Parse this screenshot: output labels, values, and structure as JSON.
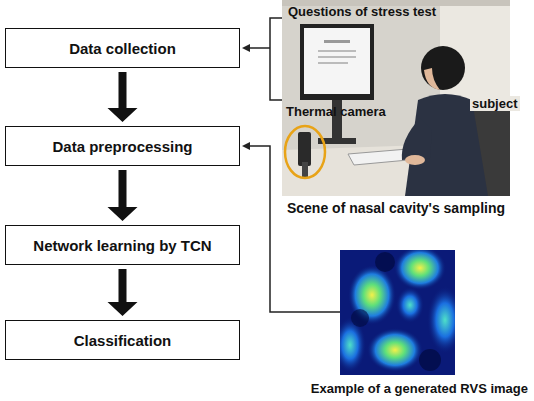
{
  "diagram": {
    "nodes": [
      {
        "text": [
          "Data collection"
        ]
      },
      {
        "text": [
          "Data preprocessing"
        ]
      },
      {
        "text": [
          "Network learning by TCN"
        ]
      },
      {
        "text": [
          "Classification"
        ]
      }
    ],
    "edges": [
      {
        "from": 0,
        "to": 1,
        "arrow": "to"
      },
      {
        "from": 1,
        "to": 2,
        "arrow": "to"
      },
      {
        "from": 2,
        "to": 3,
        "arrow": "to"
      }
    ],
    "labels": [
      "Questions of stress test",
      "Thermal camera",
      "subject",
      "Scene of nasal cavity's sampling",
      "Example of a generated RVS image"
    ]
  }
}
